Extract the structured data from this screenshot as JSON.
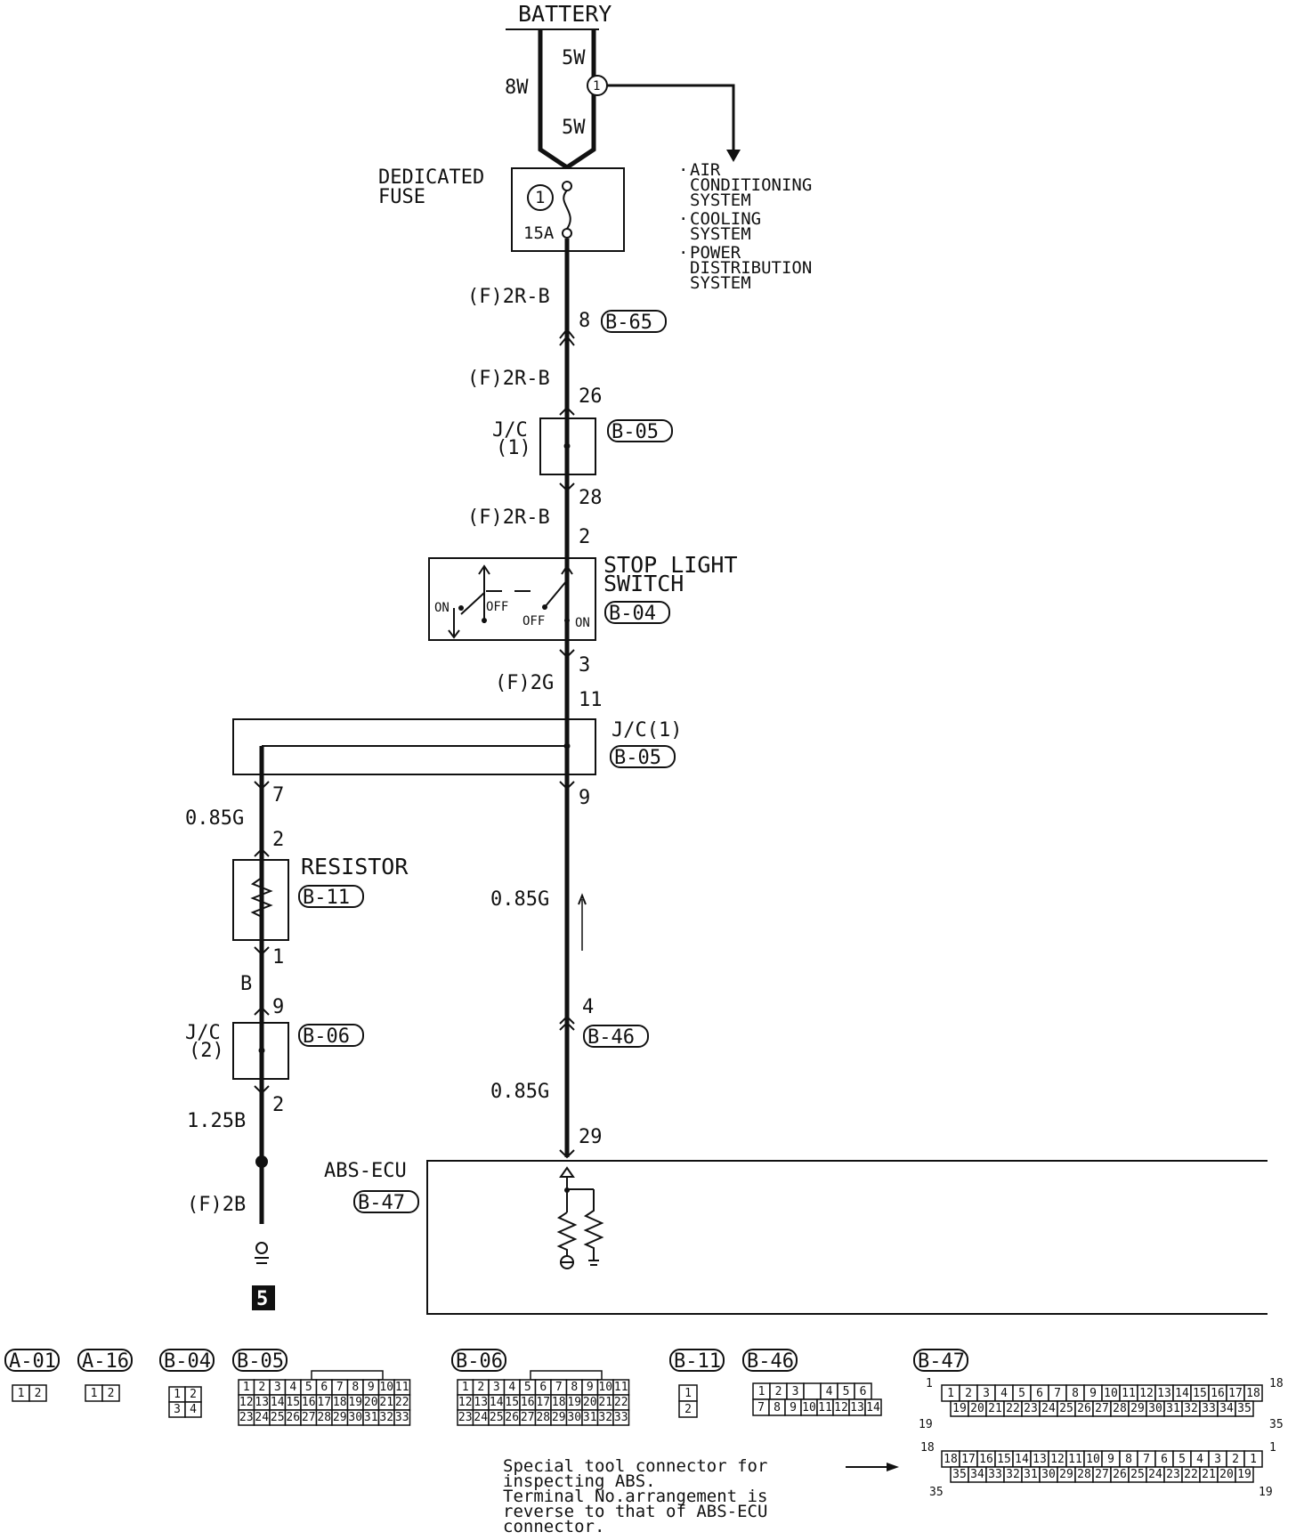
{
  "battery": "BATTERY",
  "wire_8w": "8W",
  "wire_5w_top": "5W",
  "wire_5w_bottom": "5W",
  "dedicated_fuse_line1": "DEDICATED",
  "dedicated_fuse_line2": "FUSE",
  "fuse_number": "1",
  "fuse_rating": "15A",
  "systems": [
    [
      "AIR",
      "CONDITIONING",
      "SYSTEM"
    ],
    [
      "COOLING",
      "SYSTEM"
    ],
    [
      "POWER",
      "DISTRIBUTION",
      "SYSTEM"
    ]
  ],
  "wires": {
    "w1": "(F)2R-B",
    "w2": "(F)2R-B",
    "w3": "(F)2R-B",
    "w4": "(F)2G",
    "w5": "0.85G",
    "w6": "B",
    "w7": "1.25B",
    "w8": "(F)2B",
    "w9": "0.85G",
    "w10": "0.85G"
  },
  "pins": {
    "p8": "8",
    "p26": "26",
    "p28": "28",
    "p2a": "2",
    "p3": "3",
    "p11": "11",
    "p7": "7",
    "p9a": "9",
    "p2b": "2",
    "p1": "1",
    "p9b": "9",
    "p2c": "2",
    "p4": "4",
    "p29": "29"
  },
  "connectors": {
    "b65": "B-65",
    "b05a": "B-05",
    "b04": "B-04",
    "b05b": "B-05",
    "b11": "B-11",
    "b06": "B-06",
    "b46": "B-46",
    "b47": "B-47"
  },
  "jc1_line1": "J/C",
  "jc1_line2": "(1)",
  "jc1b": "J/C(1)",
  "jc2_line1": "J/C",
  "jc2_line2": "(2)",
  "stop_switch_line1": "STOP LIGHT",
  "stop_switch_line2": "SWITCH",
  "sw_on_left": "ON",
  "sw_off_left": "OFF",
  "sw_off_right": "OFF",
  "sw_on_right": "ON",
  "resistor": "RESISTOR",
  "abs_ecu": "ABS-ECU",
  "ground_number": "5",
  "legend": {
    "labels": [
      "A-01",
      "A-16",
      "B-04",
      "B-05",
      "B-06",
      "B-11",
      "B-46",
      "B-47"
    ],
    "two_pin": [
      "1",
      "2"
    ],
    "four_pin": [
      "1",
      "2",
      "3",
      "4"
    ],
    "row1_11": [
      "1",
      "2",
      "3",
      "4",
      "5",
      "6",
      "7",
      "8",
      "9",
      "10",
      "11"
    ],
    "row2_11": [
      "12",
      "13",
      "14",
      "15",
      "16",
      "17",
      "18",
      "19",
      "20",
      "21",
      "22"
    ],
    "row3_11": [
      "23",
      "24",
      "25",
      "26",
      "27",
      "28",
      "29",
      "30",
      "31",
      "32",
      "33"
    ],
    "b46_row1": [
      "1",
      "2",
      "3",
      "",
      "4",
      "5",
      "6"
    ],
    "b46_row2": [
      "7",
      "8",
      "9",
      "10",
      "11",
      "12",
      "13",
      "14"
    ],
    "b47_row1": [
      "1",
      "2",
      "3",
      "4",
      "5",
      "6",
      "7",
      "8",
      "9",
      "10",
      "11",
      "12",
      "13",
      "14",
      "15",
      "16",
      "17",
      "18"
    ],
    "b47_row2": [
      "19",
      "20",
      "21",
      "22",
      "23",
      "24",
      "25",
      "26",
      "27",
      "28",
      "29",
      "30",
      "31",
      "32",
      "33",
      "34",
      "35"
    ],
    "sp_row1": [
      "18",
      "17",
      "16",
      "15",
      "14",
      "13",
      "12",
      "11",
      "10",
      "9",
      "8",
      "7",
      "6",
      "5",
      "4",
      "3",
      "2",
      "1"
    ],
    "sp_row2": [
      "35",
      "34",
      "33",
      "32",
      "31",
      "30",
      "29",
      "28",
      "27",
      "26",
      "25",
      "24",
      "23",
      "22",
      "21",
      "20",
      "19"
    ],
    "b47_corner_tl": "1",
    "b47_corner_tr": "18",
    "b47_corner_bl": "19",
    "b47_corner_br": "35",
    "sp_corner_tl": "18",
    "sp_corner_tr": "1",
    "sp_corner_bl": "35",
    "sp_corner_br": "19"
  },
  "note": [
    "Special tool connector for",
    "inspecting ABS.",
    "Terminal No.arrangement is",
    "reverse to that of ABS-ECU",
    "connector."
  ]
}
